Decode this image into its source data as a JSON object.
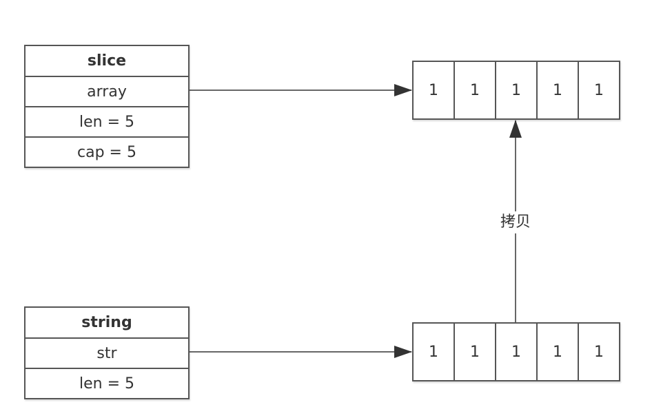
{
  "slice": {
    "title": "slice",
    "fields": [
      "array",
      "len = 5",
      "cap = 5"
    ]
  },
  "string": {
    "title": "string",
    "fields": [
      "str",
      "len = 5"
    ]
  },
  "slice_array": [
    "1",
    "1",
    "1",
    "1",
    "1"
  ],
  "string_array": [
    "1",
    "1",
    "1",
    "1",
    "1"
  ],
  "copy_label": "拷贝"
}
